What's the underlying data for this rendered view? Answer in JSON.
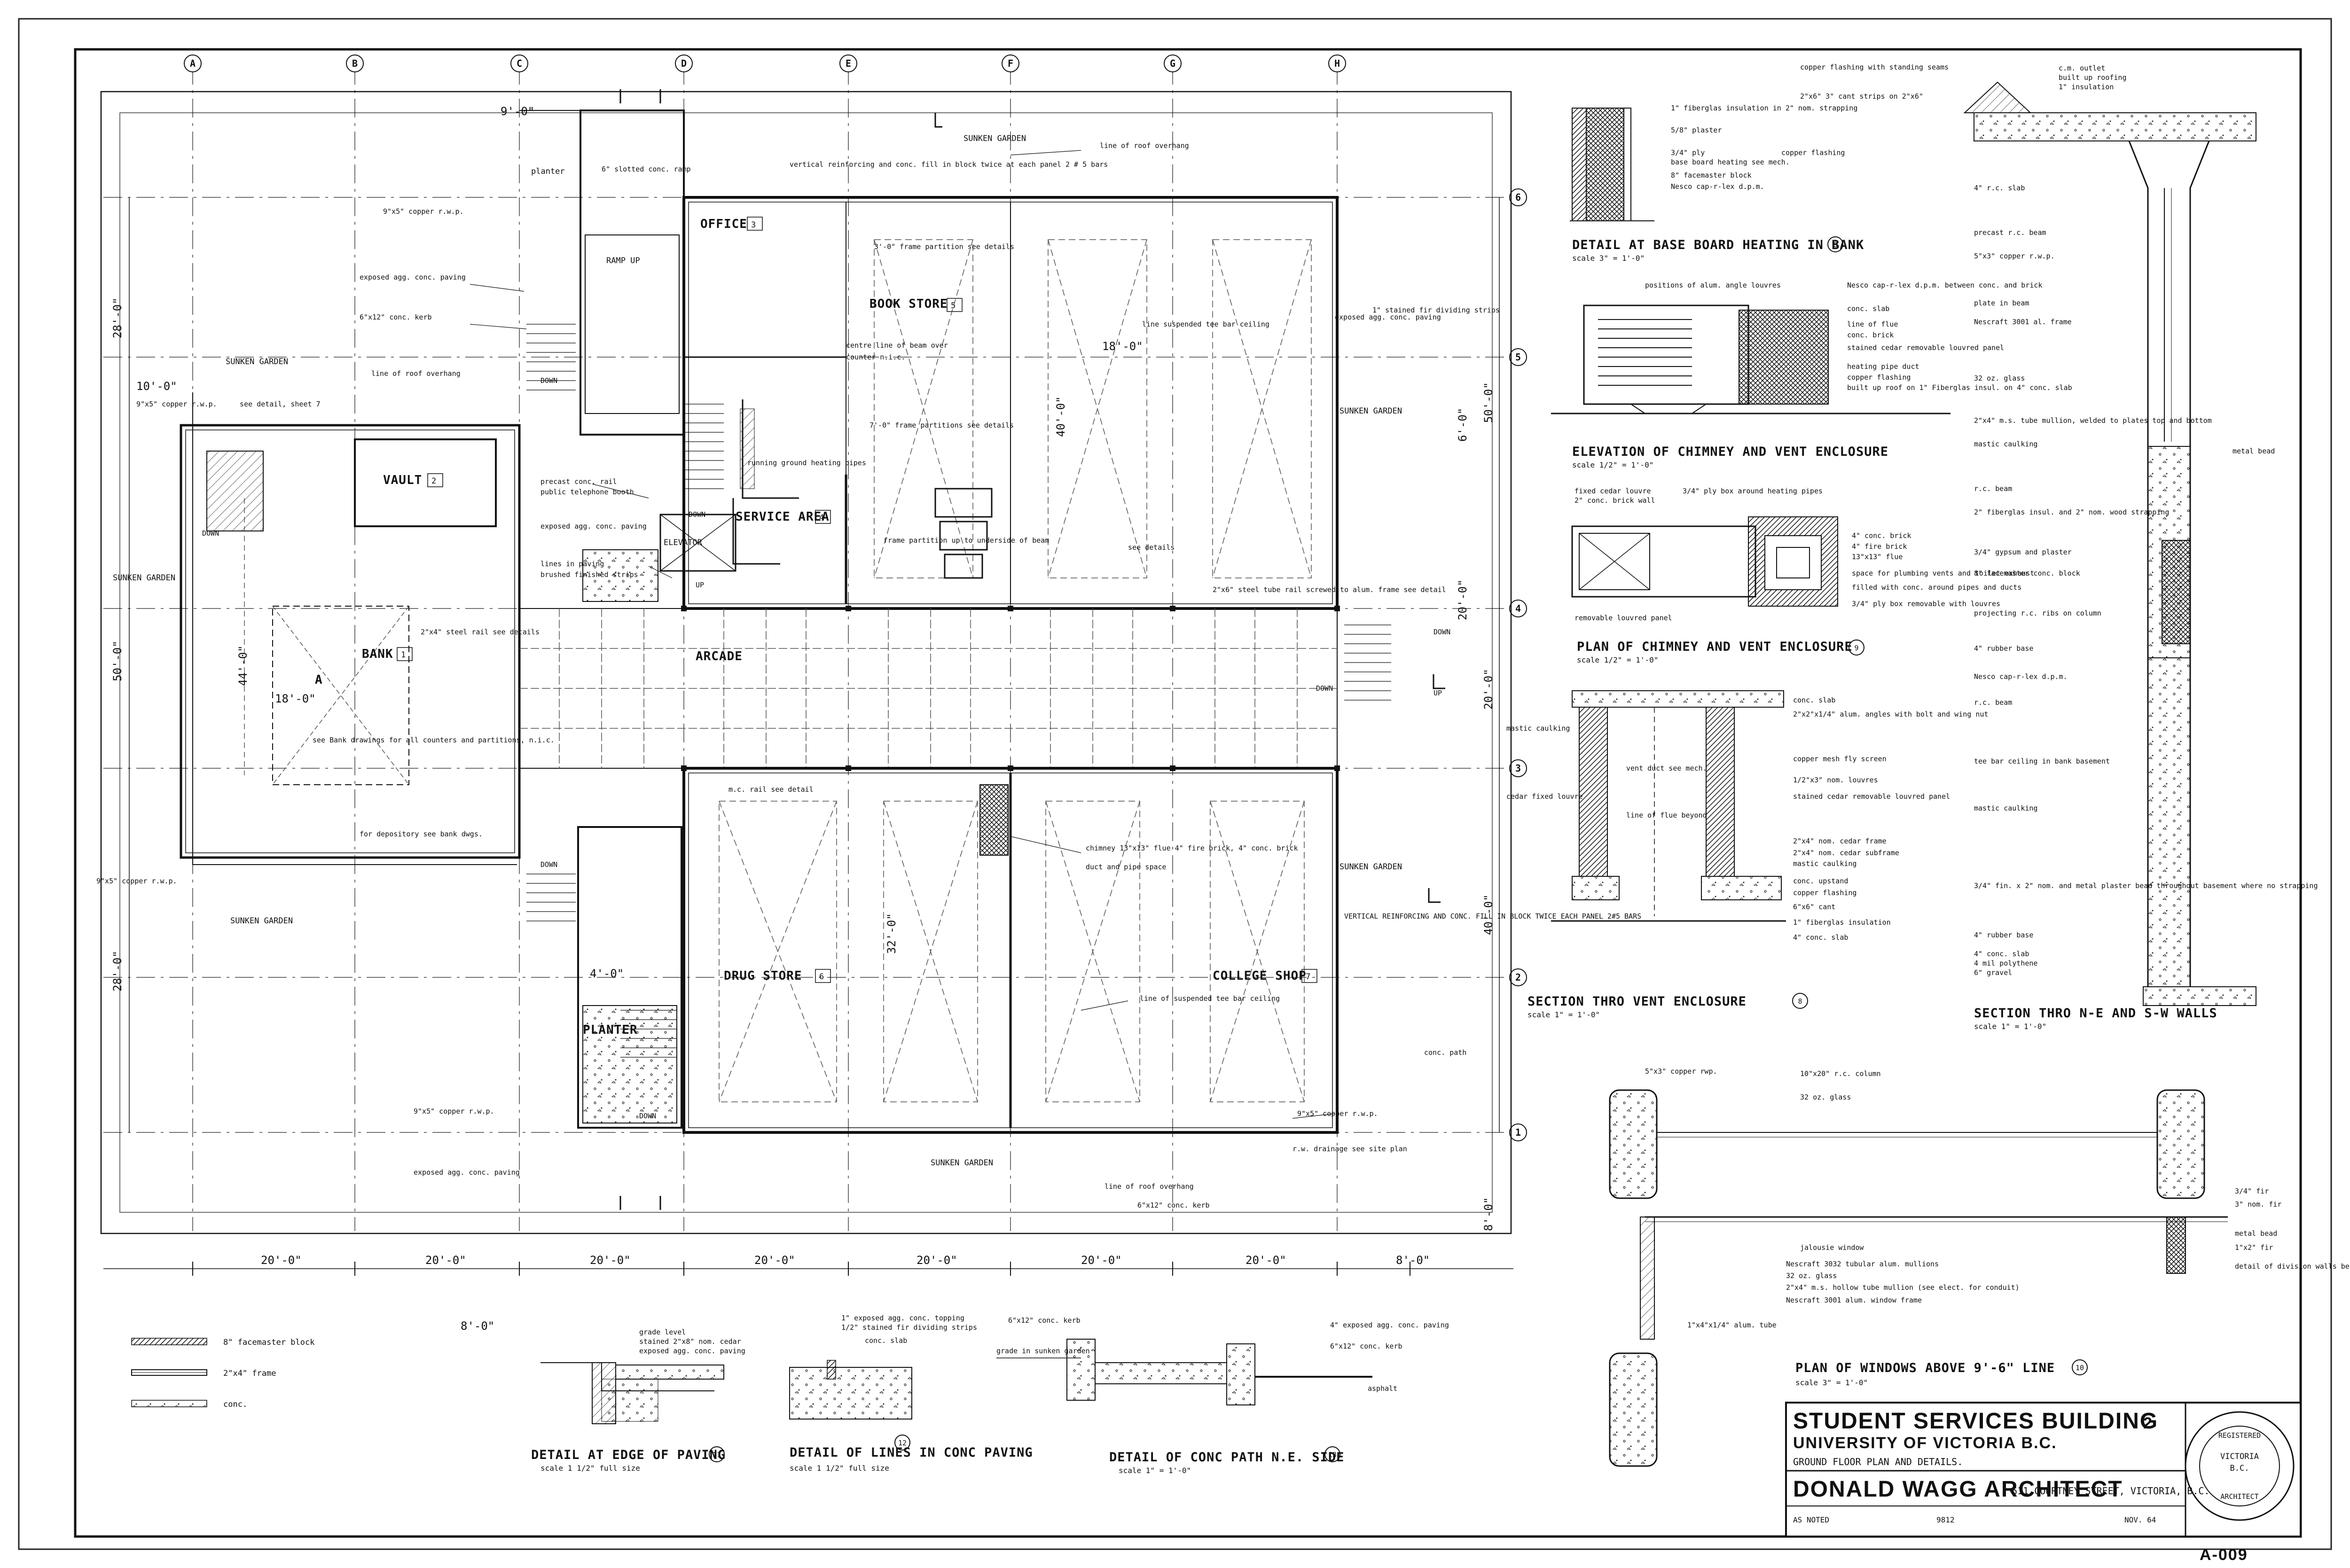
{
  "grid_top": [
    "A",
    "B",
    "C",
    "D",
    "E",
    "F",
    "G",
    "H"
  ],
  "grid_right": [
    "6",
    "5",
    "4",
    "3",
    "2",
    "1"
  ],
  "rooms": [
    {
      "id": "office",
      "label": "OFFICE",
      "num": "3"
    },
    {
      "id": "book",
      "label": "BOOK STORE",
      "num": "5"
    },
    {
      "id": "vault",
      "label": "VAULT",
      "num": "2"
    },
    {
      "id": "bank",
      "label": "BANK",
      "num": "1"
    },
    {
      "id": "service",
      "label": "SERVICE AREA",
      "num": "4"
    },
    {
      "id": "drug",
      "label": "DRUG STORE",
      "num": "6"
    },
    {
      "id": "college",
      "label": "COLLEGE SHOP",
      "num": "7"
    }
  ],
  "plan_labels": {
    "arcade": "ARCADE",
    "sunken_garden": "SUNKEN GARDEN",
    "ramp_up": "RAMP UP",
    "elevator": "ELEVATOR",
    "planter": "PLANTER",
    "planter_lc": "planter",
    "down": "DOWN",
    "up": "UP",
    "bank_a": "A"
  },
  "plan_notes": [
    "copper flashing",
    "line of roof overhang",
    "9\"x5\" copper r.w.p.",
    "exposed agg. conc. paving",
    "6\"x12\" conc. kerb",
    "see detail, sheet 7",
    "centre line of beam over",
    "counter n.i.c.",
    "7'-0\" frame partitions see details",
    "3'-0\" frame partition see details",
    "line suspended tee bar ceiling",
    "precast conc. rail",
    "public telephone booth",
    "running ground heating pipes",
    "frame partition up to underside of beam",
    "exposed agg. conc. paving",
    "lines in paving",
    "brushed finished strips",
    "see Bank drawings for all counters and partitions, n.i.c.",
    "for depository see bank dwgs.",
    "2\"x4\" steel rail see details",
    "vertical reinforcing and conc. fill in block twice at each panel 2 # 5 bars",
    "6\" slotted conc. ramp",
    "r.w. drainage see site plan",
    "line of suspended tee bar ceiling",
    "chimney 13\"x13\" flue 4\" fire brick, 4\" conc. brick",
    "duct and pipe space",
    "m.c. rail see detail",
    "2\"x6\" steel tube rail screwed to alum. frame see detail",
    "1\" stained fir dividing strips",
    "see details",
    "VERTICAL REINFORCING AND CONC. FILL IN BLOCK TWICE EACH PANEL 2#5 BARS",
    "conc. path"
  ],
  "dims_bottom": [
    "20'-0\"",
    "20'-0\"",
    "20'-0\"",
    "20'-0\"",
    "20'-0\"",
    "20'-0\"",
    "20'-0\"",
    "8'-0\""
  ],
  "dims_left": [
    "28'-0\"",
    "50'-0\"",
    "28'-0\""
  ],
  "dims_right": [
    "6'-0\"",
    "50'-0\"",
    "20'-0\"",
    "20'-0\"",
    "40'-0\"",
    "8'-0\""
  ],
  "misc_dims": [
    "10'-0\"",
    "9'-0\"",
    "8'-0\"",
    "44'-0\"",
    "18'-0\"",
    "40'-0\"",
    "32'-0\"",
    "4'-0\"",
    "18'-0\"",
    "8'-0\""
  ],
  "legend": [
    {
      "pattern": "dense",
      "label": "8\" facemaster block"
    },
    {
      "pattern": "double",
      "label": "2\"x4\" frame"
    },
    {
      "pattern": "conc",
      "label": "conc."
    }
  ],
  "details": [
    {
      "id": "det-baseboard",
      "title": "DETAIL AT BASE BOARD HEATING IN BANK",
      "num": "8",
      "scale": "scale 3\" = 1'-0\"",
      "notes": [
        "1\" fiberglas insulation in 2\" nom. strapping",
        "5/8\" plaster",
        "3/4\" ply",
        "base board heating see mech.",
        "8\" facemaster block",
        "Nesco cap-r-lex d.p.m."
      ]
    },
    {
      "id": "det-elev-chimney",
      "title": "ELEVATION OF CHIMNEY AND VENT ENCLOSURE",
      "num": "",
      "scale": "scale 1/2\" = 1'-0\"",
      "notes": [
        "copper flashing with standing seams",
        "2\"x6\" 3\" cant strips on 2\"x6\"",
        "positions of alum. angle louvres",
        "Nesco cap-r-lex d.p.m. between conc. and brick",
        "conc. slab",
        "line of flue",
        "conc. brick",
        "stained cedar removable louvred panel",
        "heating pipe duct",
        "copper flashing",
        "built up roof on 1\" Fiberglas insul. on 4\" conc. slab"
      ]
    },
    {
      "id": "det-plan-chimney",
      "title": "PLAN OF CHIMNEY AND VENT ENCLOSURE",
      "num": "9",
      "scale": "scale 1/2\" = 1'-0\"",
      "notes": [
        "fixed cedar louvre",
        "2\" conc. brick wall",
        "3/4\" ply box around heating pipes",
        "4\" conc. brick",
        "4\" fire brick",
        "13\"x13\" flue",
        "space for plumbing vents and toilet exhaust",
        "filled with conc. around pipes and ducts",
        "3/4\" ply box removable with louvres",
        "removable louvred panel"
      ]
    },
    {
      "id": "det-vent",
      "title": "SECTION THRO VENT ENCLOSURE",
      "num": "8",
      "scale": "scale 1\" = 1'-0\"",
      "notes": [
        "conc. slab",
        "2\"x2\"x1/4\" alum. angles with bolt and wing nut",
        "copper mesh fly screen",
        "1/2\"x3\" nom. louvres",
        "stained cedar removable louvred panel",
        "2\"x4\" nom. cedar frame",
        "2\"x4\" nom. cedar subframe",
        "mastic caulking",
        "conc. upstand",
        "copper flashing",
        "6\"x6\" cant",
        "1\" fiberglas insulation",
        "4\" conc. slab",
        "mastic caulking",
        "cedar fixed louvre",
        "vent duct see mech.",
        "line of flue beyond"
      ]
    },
    {
      "id": "det-walls",
      "title": "SECTION THRO N-E AND S-W WALLS",
      "num": "",
      "scale": "scale 1\" = 1'-0\"",
      "notes": [
        "c.m. outlet",
        "built up roofing",
        "1\" insulation",
        "4\" r.c. slab",
        "precast r.c. beam",
        "5\"x3\" copper r.w.p.",
        "plate in beam",
        "Nescraft 3001 al. frame",
        "32 oz. glass",
        "2\"x4\" m.s. tube mullion, welded to plates top and bottom",
        "mastic caulking",
        "r.c. beam",
        "2\" fiberglas insul. and 2\" nom. wood strapping",
        "3/4\" gypsum and plaster",
        "8\" facemaster conc. block",
        "projecting r.c. ribs on column",
        "4\" rubber base",
        "Nesco cap-r-lex d.p.m.",
        "r.c. beam",
        "tee bar ceiling in bank basement",
        "mastic caulking",
        "3/4\" fin. x 2\" nom. and metal plaster bead throughout basement where no strapping",
        "4\" rubber base",
        "4\" conc. slab",
        "4 mil polythene",
        "6\" gravel",
        "metal bead"
      ]
    },
    {
      "id": "det-windows",
      "title": "PLAN OF WINDOWS ABOVE 9'-6\" LINE",
      "num": "10",
      "scale": "scale 3\" = 1'-0\"",
      "notes": [
        "5\"x3\" copper rwp.",
        "10\"x20\" r.c. column",
        "32 oz. glass",
        "jalousie window",
        "Nescraft 3032 tubular alum. mullions",
        "32 oz. glass",
        "2\"x4\" m.s. hollow tube mullion (see elect. for conduit)",
        "Nescraft 3001 alum. window frame",
        "1\"x4\"x1/4\" alum. tube",
        "3/4\" fir",
        "3\" nom. fir",
        "metal bead",
        "1\"x2\" fir",
        "detail of division walls between stores"
      ]
    },
    {
      "id": "det-paving",
      "title": "DETAIL AT EDGE OF PAVING",
      "num": "11",
      "scale": "scale 1 1/2\" full size",
      "notes": [
        "grade level",
        "stained 2\"x8\" nom. cedar",
        "exposed agg. conc. paving"
      ]
    },
    {
      "id": "det-lines",
      "title": "DETAIL OF LINES IN CONC PAVING",
      "num": "12",
      "scale": "scale 1 1/2\" full size",
      "notes": [
        "1\" exposed agg. conc. topping",
        "1/2\" stained fir dividing strips",
        "conc. slab"
      ]
    },
    {
      "id": "det-path",
      "title": "DETAIL OF CONC PATH N.E. SIDE",
      "num": "13",
      "scale": "scale 1\" = 1'-0\"",
      "notes": [
        "6\"x12\" conc. kerb",
        "grade in sunken garden",
        "4\" exposed agg. conc. paving",
        "6\"x12\" conc. kerb",
        "asphalt"
      ]
    }
  ],
  "title_block": {
    "project": "STUDENT SERVICES BUILDING",
    "client": "UNIVERSITY OF VICTORIA  B.C.",
    "sheet_title": "GROUND FLOOR PLAN AND DETAILS.",
    "sheet_no": "2",
    "architect": "DONALD WAGG  ARCHITECT",
    "address": "611 COURTNEY STREET, VICTORIA, B.C.",
    "scale": "AS NOTED",
    "job_no": "9812",
    "date": "NOV. 64",
    "stamp_text": [
      "VICTORIA",
      "B.C.",
      "REGISTERED",
      "ARCHITECT"
    ],
    "corner_ref": "A-009"
  }
}
